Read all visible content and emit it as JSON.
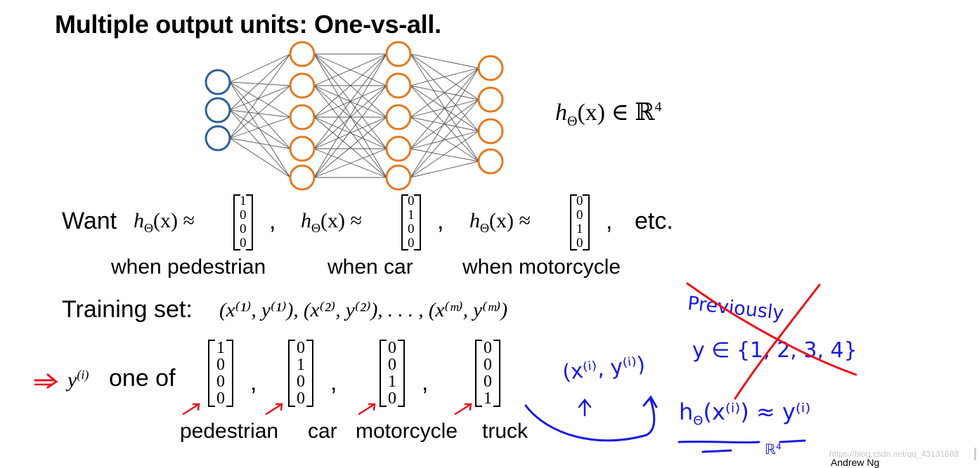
{
  "slide": {
    "title": "Multiple output units: One-vs-all.",
    "hypothesis_space": {
      "lhs": "h",
      "sub": "Θ",
      "arg": "(x) ∈ ℝ",
      "sup": "4"
    },
    "want": {
      "label": "Want",
      "expr_lhs": "h",
      "expr_sub": "Θ",
      "expr_mid": "(x) ≈",
      "vectors": [
        {
          "values": [
            "1",
            "0",
            "0",
            "0"
          ],
          "caption": "when pedestrian"
        },
        {
          "values": [
            "0",
            "1",
            "0",
            "0"
          ],
          "caption": "when car"
        },
        {
          "values": [
            "0",
            "0",
            "1",
            "0"
          ],
          "caption": "when motorcycle"
        }
      ],
      "comma": ",",
      "etc": "etc."
    },
    "training": {
      "label": "Training set:",
      "set_expr": "(x⁽¹⁾, y⁽¹⁾), (x⁽²⁾, y⁽²⁾), . . . , (x⁽ᵐ⁾, y⁽ᵐ⁾)"
    },
    "y_one_of": {
      "y": "y",
      "y_sup": "(i)",
      "label": "one of",
      "vectors": [
        {
          "values": [
            "1",
            "0",
            "0",
            "0"
          ],
          "caption": "pedestrian"
        },
        {
          "values": [
            "0",
            "1",
            "0",
            "0"
          ],
          "caption": "car"
        },
        {
          "values": [
            "0",
            "0",
            "1",
            "0"
          ],
          "caption": "motorcycle"
        },
        {
          "values": [
            "0",
            "0",
            "0",
            "1"
          ],
          "caption": "truck"
        }
      ]
    },
    "handwriting": {
      "pair": "(x⁽ⁱ⁾, y⁽ⁱ⁾)",
      "previously": "Previously",
      "y_set": "y ∈ {1, 2, 3, 4}",
      "approx": "h",
      "approx_sub": "Θ",
      "approx_rest": "(x⁽ⁱ⁾) ≈ y⁽ⁱ⁾",
      "space": "ℝ⁴"
    },
    "watermark": "https://blog.csdn.net/qq_43131688",
    "author": "Andrew Ng"
  },
  "colors": {
    "input_neuron": "#2f5f9e",
    "hidden_neuron": "#e5781f",
    "edge": "#555555",
    "annotation_blue": "#1a1adf",
    "annotation_red": "#e8141c"
  }
}
